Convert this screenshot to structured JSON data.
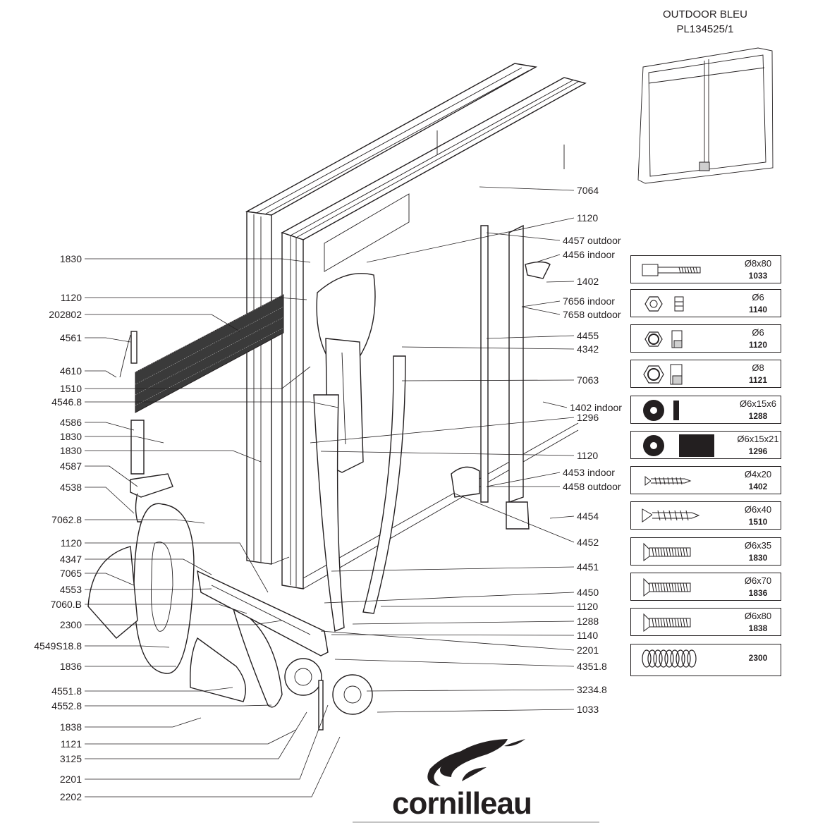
{
  "header": {
    "title_line1": "OUTDOOR  BLEU",
    "title_line2": "PL134525/1"
  },
  "left_labels": [
    "1830",
    "1120",
    "202802",
    "4561",
    "4610",
    "1510",
    "4546.8",
    "4586",
    "1830",
    "1830",
    "4587",
    "4538",
    "7062.8",
    "1120",
    "4347",
    "7065",
    "4553",
    "7060.B",
    "2300",
    "4549S18.8",
    "1836",
    "4551.8",
    "4552.8",
    "1838",
    "1121",
    "3125",
    "2201",
    "2202"
  ],
  "right_labels": [
    "7064",
    "1120",
    "4457 outdoor",
    "4456 indoor",
    "1402",
    "7656 indoor",
    "7658 outdoor",
    "4455",
    "4342",
    "7063",
    "1402 indoor",
    "1296",
    "1120",
    "4453 indoor",
    "4458 outdoor",
    "4454",
    "4452",
    "4451",
    "4450",
    "1120",
    "1288",
    "1140",
    "2201",
    "4351.8",
    "3234.8",
    "1033"
  ],
  "hardware": [
    {
      "dim": "Ø8x80",
      "ref": "1033",
      "icon": "bolt-icon"
    },
    {
      "dim": "Ø6",
      "ref": "1140",
      "icon": "nut-icon"
    },
    {
      "dim": "Ø6",
      "ref": "1120",
      "icon": "lock-nut-icon"
    },
    {
      "dim": "Ø8",
      "ref": "1121",
      "icon": "lock-nut-large-icon"
    },
    {
      "dim": "Ø6x15x6",
      "ref": "1288",
      "icon": "washer-icon"
    },
    {
      "dim": "Ø6x15x21",
      "ref": "1296",
      "icon": "spacer-icon"
    },
    {
      "dim": "Ø4x20",
      "ref": "1402",
      "icon": "wood-screw-small-icon"
    },
    {
      "dim": "Ø6x40",
      "ref": "1510",
      "icon": "wood-screw-icon"
    },
    {
      "dim": "Ø6x35",
      "ref": "1830",
      "icon": "machine-screw-icon"
    },
    {
      "dim": "Ø6x70",
      "ref": "1836",
      "icon": "machine-screw-icon"
    },
    {
      "dim": "Ø6x80",
      "ref": "1838",
      "icon": "machine-screw-icon"
    },
    {
      "dim": "",
      "ref": "2300",
      "icon": "spring-icon"
    }
  ],
  "brand": {
    "name": "cornilleau",
    "color": "#231f20"
  }
}
